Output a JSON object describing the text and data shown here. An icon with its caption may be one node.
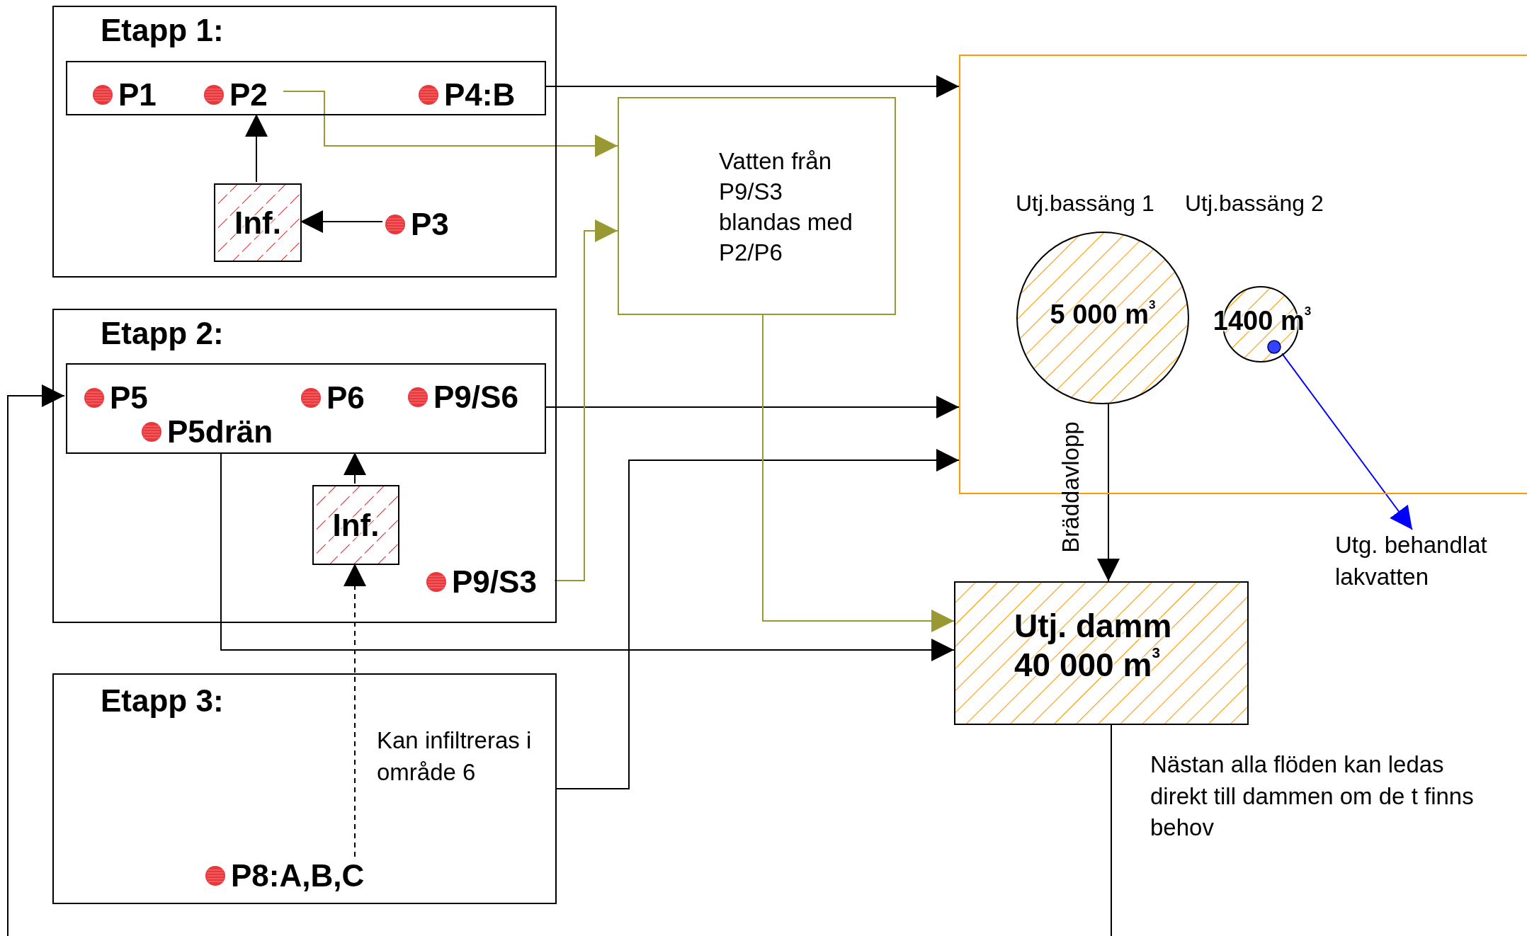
{
  "diagram": {
    "nodes": [
      {
        "text": [
          "Etapp 1:"
        ]
      },
      {
        "text": [],
        "shape": "box",
        "in": 0
      },
      {
        "text": [
          "P1"
        ],
        "in": 1
      },
      {
        "text": [
          "P2"
        ],
        "in": 1
      },
      {
        "text": [
          "P4:B"
        ],
        "in": 1
      },
      {
        "text": [
          "Inf."
        ],
        "in": 0
      },
      {
        "text": [
          "P3"
        ],
        "in": 0
      },
      {
        "text": [
          "Etapp 2:"
        ]
      },
      {
        "text": [],
        "shape": "box",
        "in": 7
      },
      {
        "text": [
          "P5"
        ],
        "in": 8
      },
      {
        "text": [
          "P6"
        ],
        "in": 8
      },
      {
        "text": [
          "P9/S6"
        ],
        "in": 8
      },
      {
        "text": [
          "P5drän"
        ],
        "in": 8
      },
      {
        "text": [
          "Inf."
        ],
        "in": 7
      },
      {
        "text": [
          "P9/S3"
        ],
        "in": 7
      },
      {
        "text": [
          "Etapp 3:"
        ]
      },
      {
        "text": [
          "Kan infiltreras i område 6"
        ],
        "in": 15
      },
      {
        "text": [
          "P8:A,B,C"
        ],
        "in": 15
      },
      {
        "text": [
          "Vatten från P9/S3 blandas med P2/P6"
        ]
      },
      {
        "text": [],
        "shape": "box"
      },
      {
        "text": [
          "5 000 m$^{3}$"
        ],
        "in": 19
      },
      {
        "text": [
          "1400 m$^{3}$"
        ],
        "in": 19
      },
      {
        "text": [
          "Utj. damm 40 000 m$^{3}$"
        ]
      },
      {
        "text": [
          "Utg. behandlat lakvatten"
        ]
      }
    ],
    "edges": [
      {
        "from": 1,
        "to": 19,
        "arrow": "to"
      },
      {
        "from": 3,
        "to": 18,
        "arrow": "to",
        "color": "#999933"
      },
      {
        "from": 5,
        "to": 1,
        "arrow": "to"
      },
      {
        "from": 6,
        "to": 5,
        "arrow": "to"
      },
      {
        "from": null,
        "to": 8,
        "arrow": "to"
      },
      {
        "from": 8,
        "to": 19,
        "arrow": "to"
      },
      {
        "from": 13,
        "to": 8,
        "arrow": "to"
      },
      {
        "from": 14,
        "to": 18,
        "arrow": "to",
        "color": "#999933"
      },
      {
        "from": 17,
        "to": 13,
        "arrow": "to",
        "style": "dashed"
      },
      {
        "from": 8,
        "to": 22,
        "arrow": "to"
      },
      {
        "from": 15,
        "to": 19,
        "arrow": "to"
      },
      {
        "from": 18,
        "to": 22,
        "arrow": "to",
        "color": "#999933"
      },
      {
        "from": 20,
        "to": 22,
        "arrow": "to",
        "label": "Bräddavlopp"
      },
      {
        "from": 21,
        "to": 23,
        "arrow": "to",
        "color": "#0000ff"
      },
      {
        "from": 22,
        "to": null,
        "arrow": "none"
      }
    ],
    "labels": [
      "Utj.bassäng 1",
      "Utj.bassäng 2",
      "Nästan alla flöden kan ledas direkt till dammen om de t finns behov"
    ]
  }
}
